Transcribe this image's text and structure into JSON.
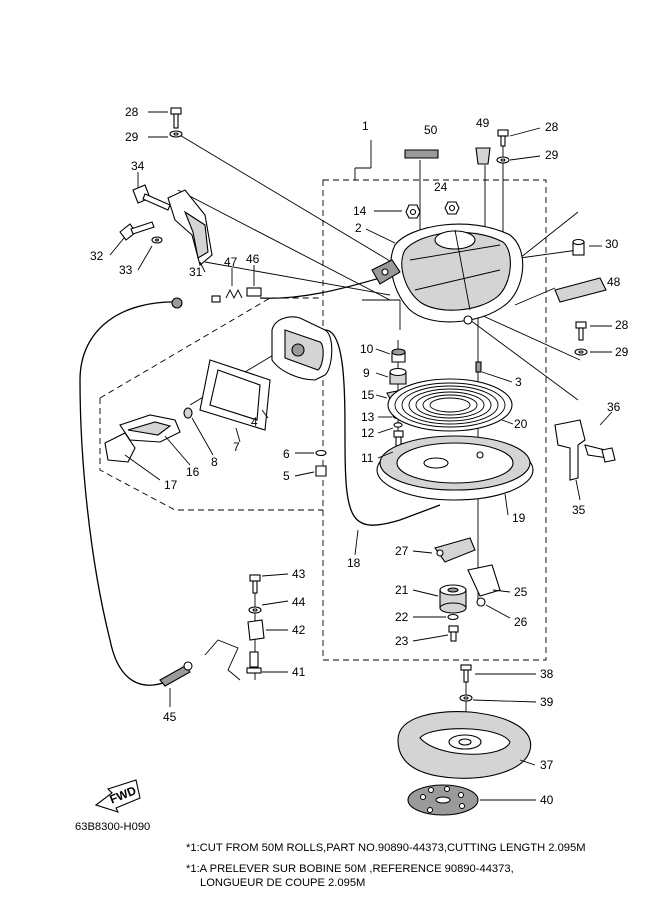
{
  "diagram": {
    "code": "63B8300-H090",
    "fwd_label": "FWD",
    "notes": [
      "*1:CUT FROM 50M ROLLS,PART NO.90890-44373,CUTTING LENGTH 2.095M",
      "*1:A PRELEVER SUR BOBINE 50M ,REFERENCE 90890-44373,",
      "LONGUEUR DE COUPE 2.095M"
    ],
    "callouts": [
      "1",
      "2",
      "3",
      "4",
      "5",
      "6",
      "7",
      "8",
      "9",
      "10",
      "11",
      "12",
      "13",
      "14",
      "15",
      "16",
      "17",
      "18",
      "19",
      "20",
      "21",
      "22",
      "23",
      "24",
      "25",
      "26",
      "27",
      "28",
      "28",
      "29",
      "29",
      "29",
      "30",
      "31",
      "32",
      "33",
      "34",
      "35",
      "36",
      "37",
      "38",
      "39",
      "40",
      "41",
      "42",
      "43",
      "44",
      "45",
      "46",
      "47",
      "48",
      "49",
      "50"
    ]
  }
}
